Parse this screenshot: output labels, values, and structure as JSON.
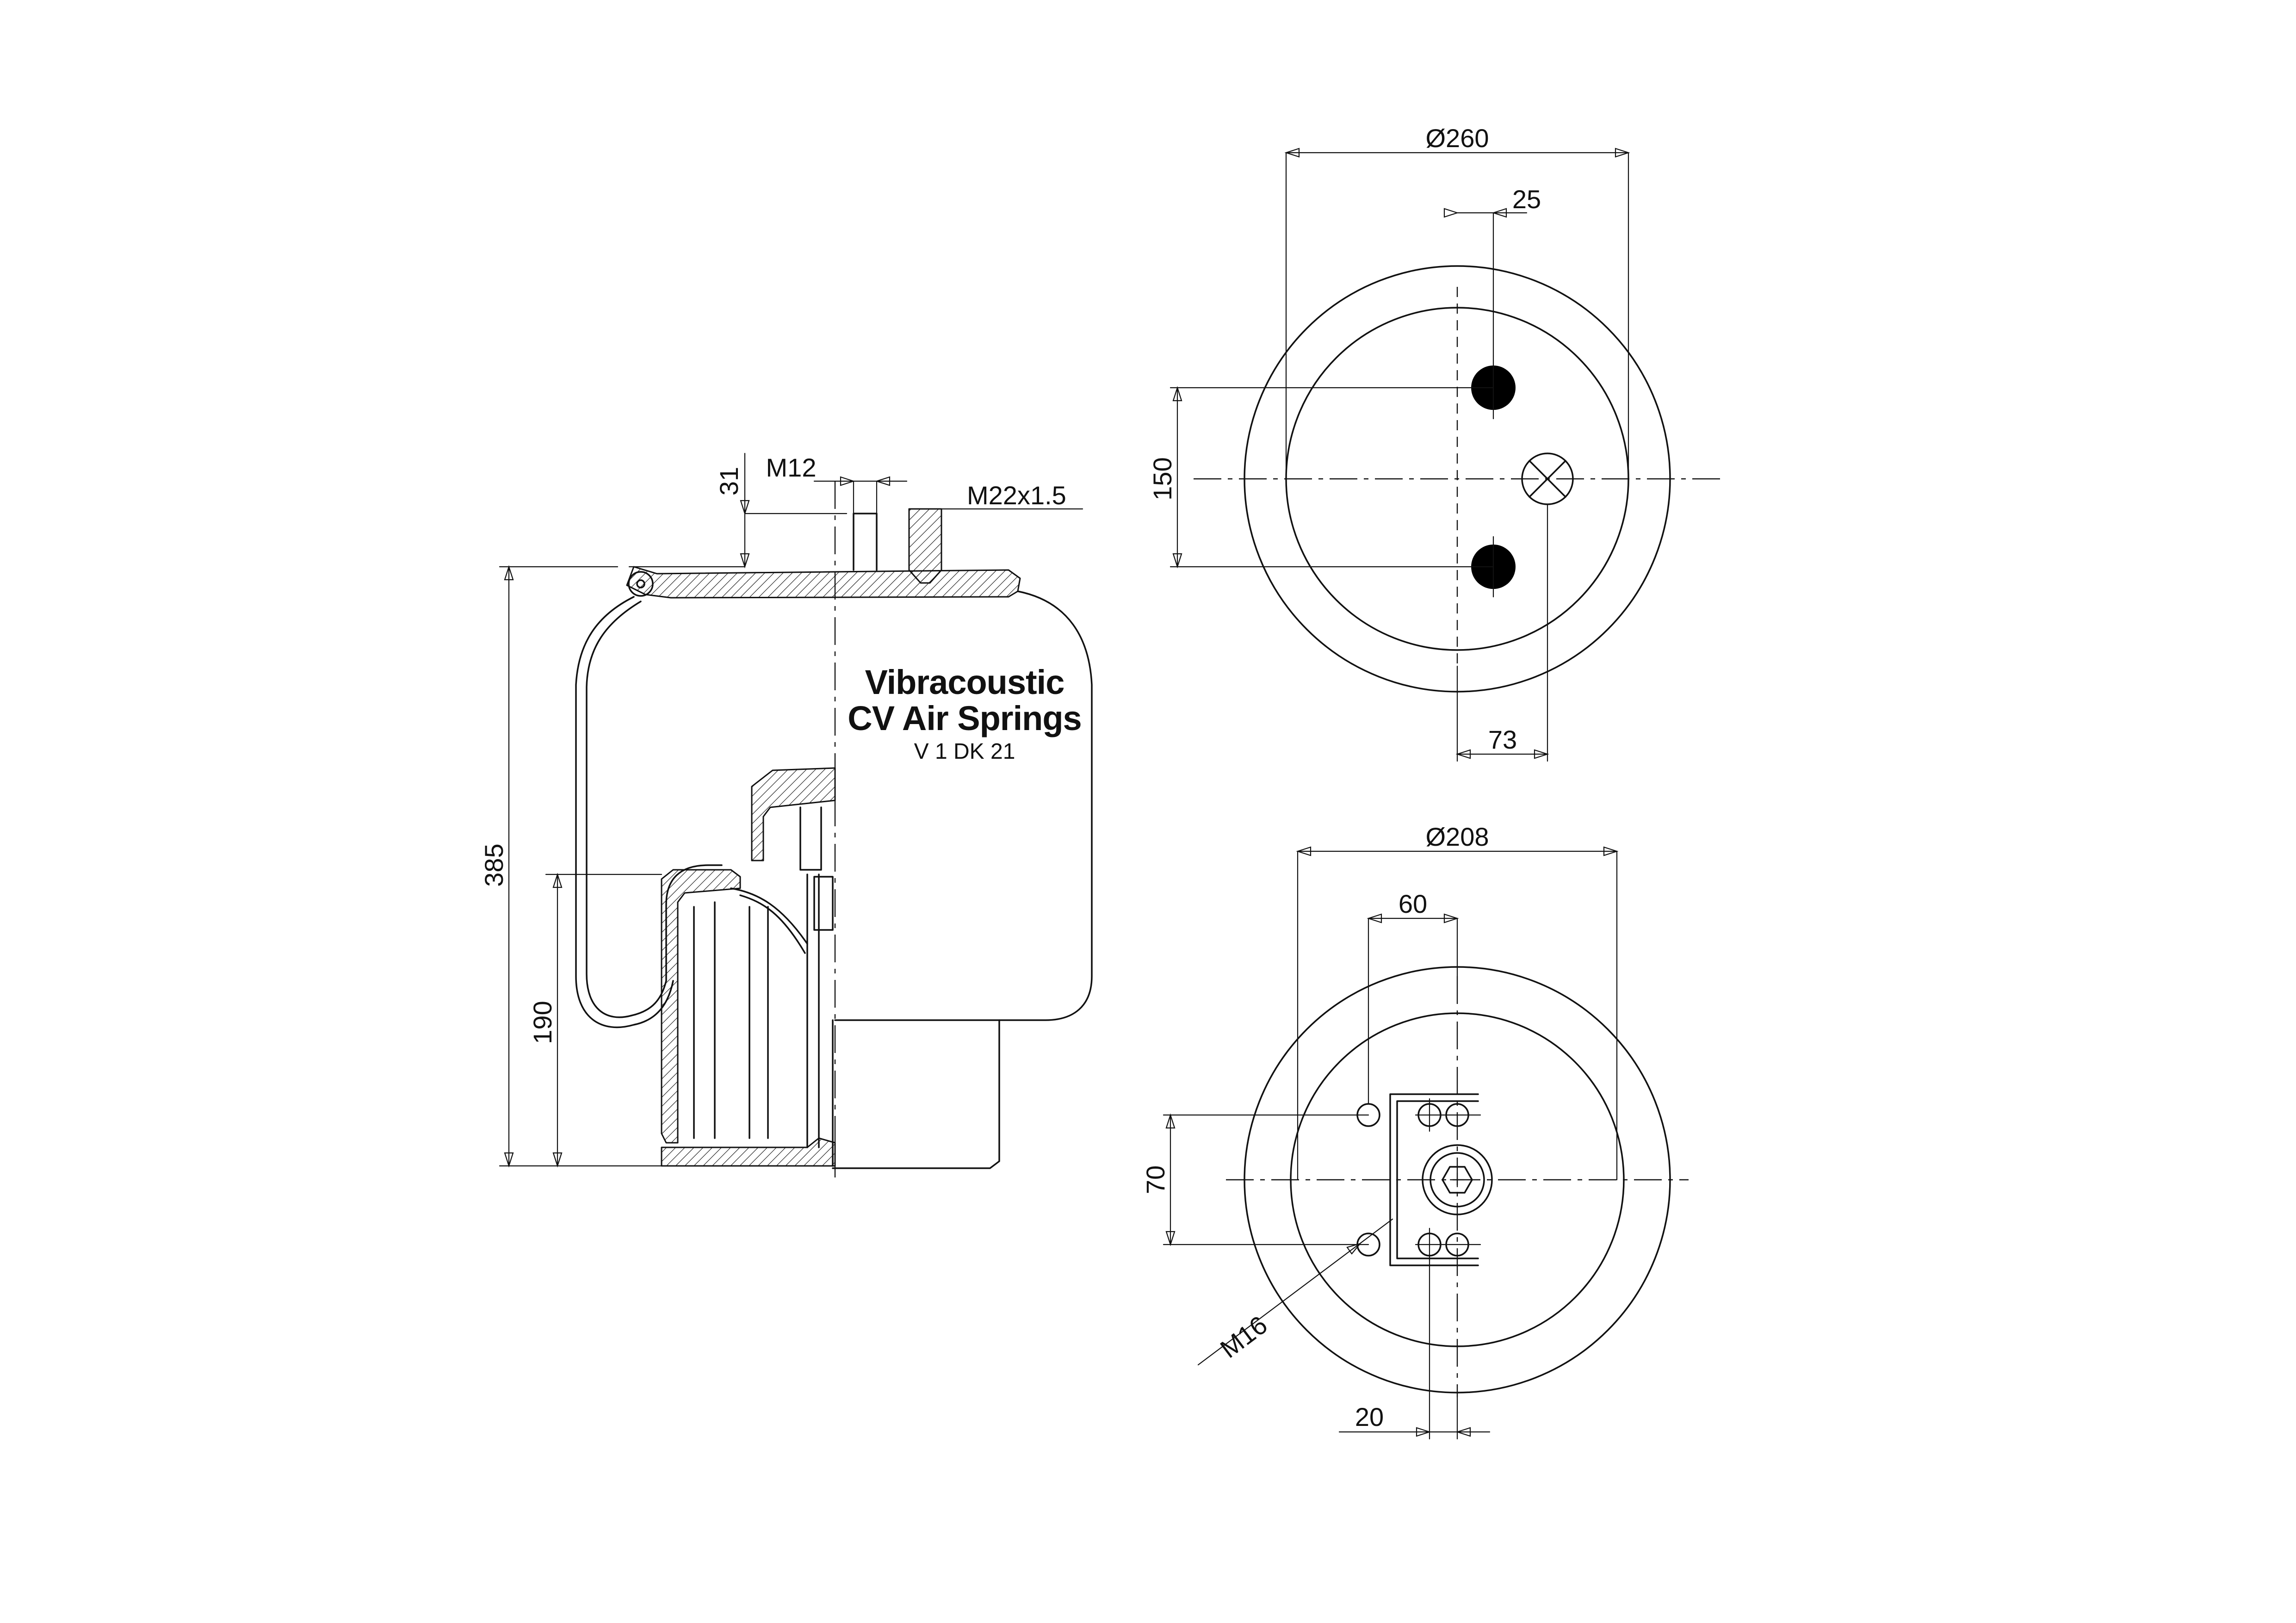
{
  "brand": {
    "line1": "Vibracoustic",
    "line2": "CV Air Springs",
    "code": "V 1 DK 21"
  },
  "dimensions": {
    "side": {
      "total_height": "385",
      "piston_height": "190",
      "stud_length": "31",
      "stud_thread": "M12",
      "air_inlet_thread": "M22x1.5"
    },
    "top": {
      "diameter": "Ø260",
      "stud_offset": "25",
      "stud_spacing": "150",
      "inlet_offset": "73"
    },
    "bottom": {
      "diameter": "Ø208",
      "hole_offset": "60",
      "hole_spacing": "70",
      "bolt_thread": "M16",
      "center_offset": "20"
    }
  }
}
